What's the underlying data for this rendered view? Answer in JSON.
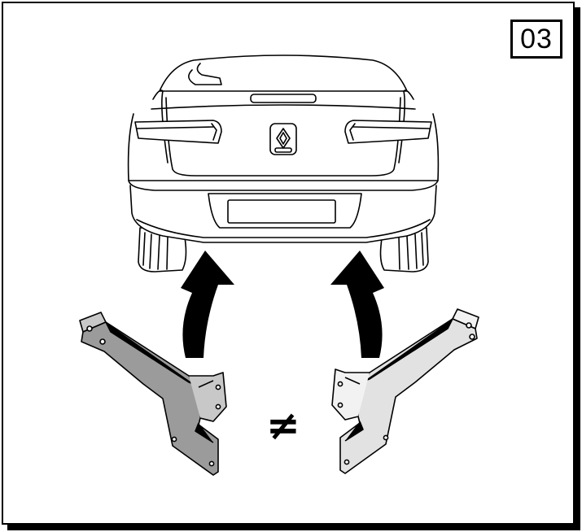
{
  "step_number": "03",
  "symbol_not_equal": "≠",
  "colors": {
    "line": "#000000",
    "left_bracket_fill": "#9b9b9b",
    "right_bracket_fill": "#e2e2e2",
    "arrow_fill": "#000000"
  },
  "icons": [
    "car-rear-illustration",
    "curved-up-arrow-left",
    "curved-up-arrow-right",
    "left-mounting-bracket",
    "right-mounting-bracket"
  ]
}
